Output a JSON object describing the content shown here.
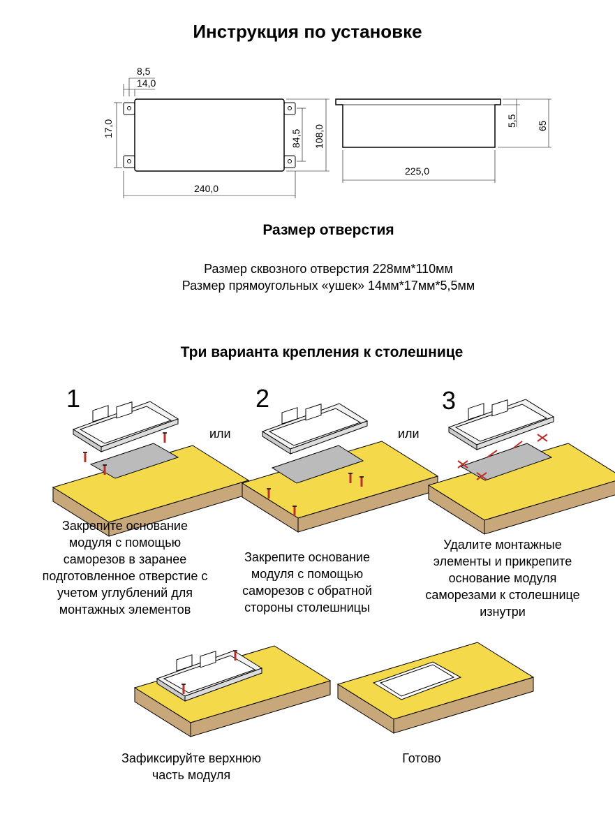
{
  "title": "Инструкция по установке",
  "drawing": {
    "dim_85": "8,5",
    "dim_140": "14,0",
    "dim_170": "17,0",
    "dim_845": "84,5",
    "dim_1080": "108,0",
    "dim_2400": "240,0",
    "dim_55": "5,5",
    "dim_65": "65",
    "dim_2250": "225,0"
  },
  "hole": {
    "heading": "Размер отверстия",
    "line1": "Размер сквозного отверстия 228мм*110мм",
    "line2": "Размер прямоугольных «ушек» 14мм*17мм*5,5мм"
  },
  "variants": {
    "heading": "Три варианта крепления к столешнице",
    "or1": "или",
    "or2": "или",
    "steps": [
      {
        "number": "1",
        "text": "Закрепите основание\nмодуля с помощью\nсаморезов в заранее\nподготовленное отверстие с\nучетом углублений для\nмонтажных элементов"
      },
      {
        "number": "2",
        "text": "Закрепите основание\nмодуля с помощью\nсаморезов с обратной\nстороны столешницы"
      },
      {
        "number": "3",
        "text": "Удалите монтажные\nэлементы и прикрепите\nоснование модуля\nсаморезами к столешнице\nизнутри"
      }
    ]
  },
  "final": {
    "fix_text": "Зафиксируйте верхнюю\nчасть модуля",
    "done_text": "Готово"
  },
  "colors": {
    "table_top": "#f4d94a",
    "table_side": "#c8a77a",
    "screw": "#b8312a"
  }
}
